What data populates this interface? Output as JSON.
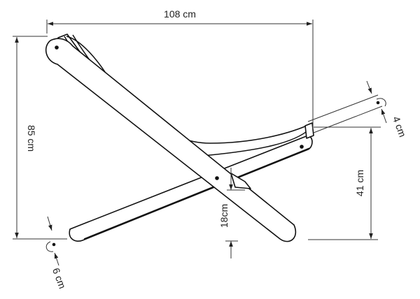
{
  "dimensions": {
    "width_label": "108 cm",
    "height_label": "85 cm",
    "seat_height_label": "41 cm",
    "clearance_label": "18cm",
    "front_bar_label": "4 cm",
    "rear_bar_label": "6 cm"
  },
  "colors": {
    "line": "#111111",
    "dimension": "#333333",
    "background": "#ffffff"
  }
}
